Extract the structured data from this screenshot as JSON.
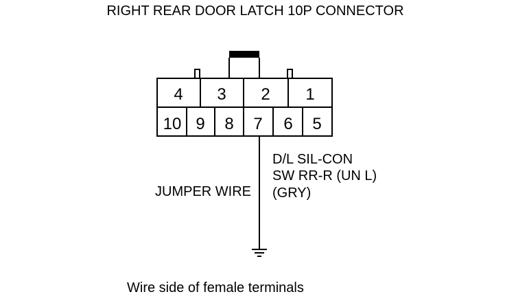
{
  "title": "RIGHT REAR DOOR LATCH 10P CONNECTOR",
  "connector": {
    "top_row": [
      "4",
      "3",
      "2",
      "1"
    ],
    "bottom_row": [
      "10",
      "9",
      "8",
      "7",
      "6",
      "5"
    ]
  },
  "wire": {
    "left_label": "JUMPER WIRE",
    "right_label": [
      "D/L SIL-CON",
      "SW RR-R (UN L)",
      "(GRY)"
    ]
  },
  "caption": "Wire side of female terminals",
  "colors": {
    "line": "#000000",
    "background": "#ffffff"
  }
}
